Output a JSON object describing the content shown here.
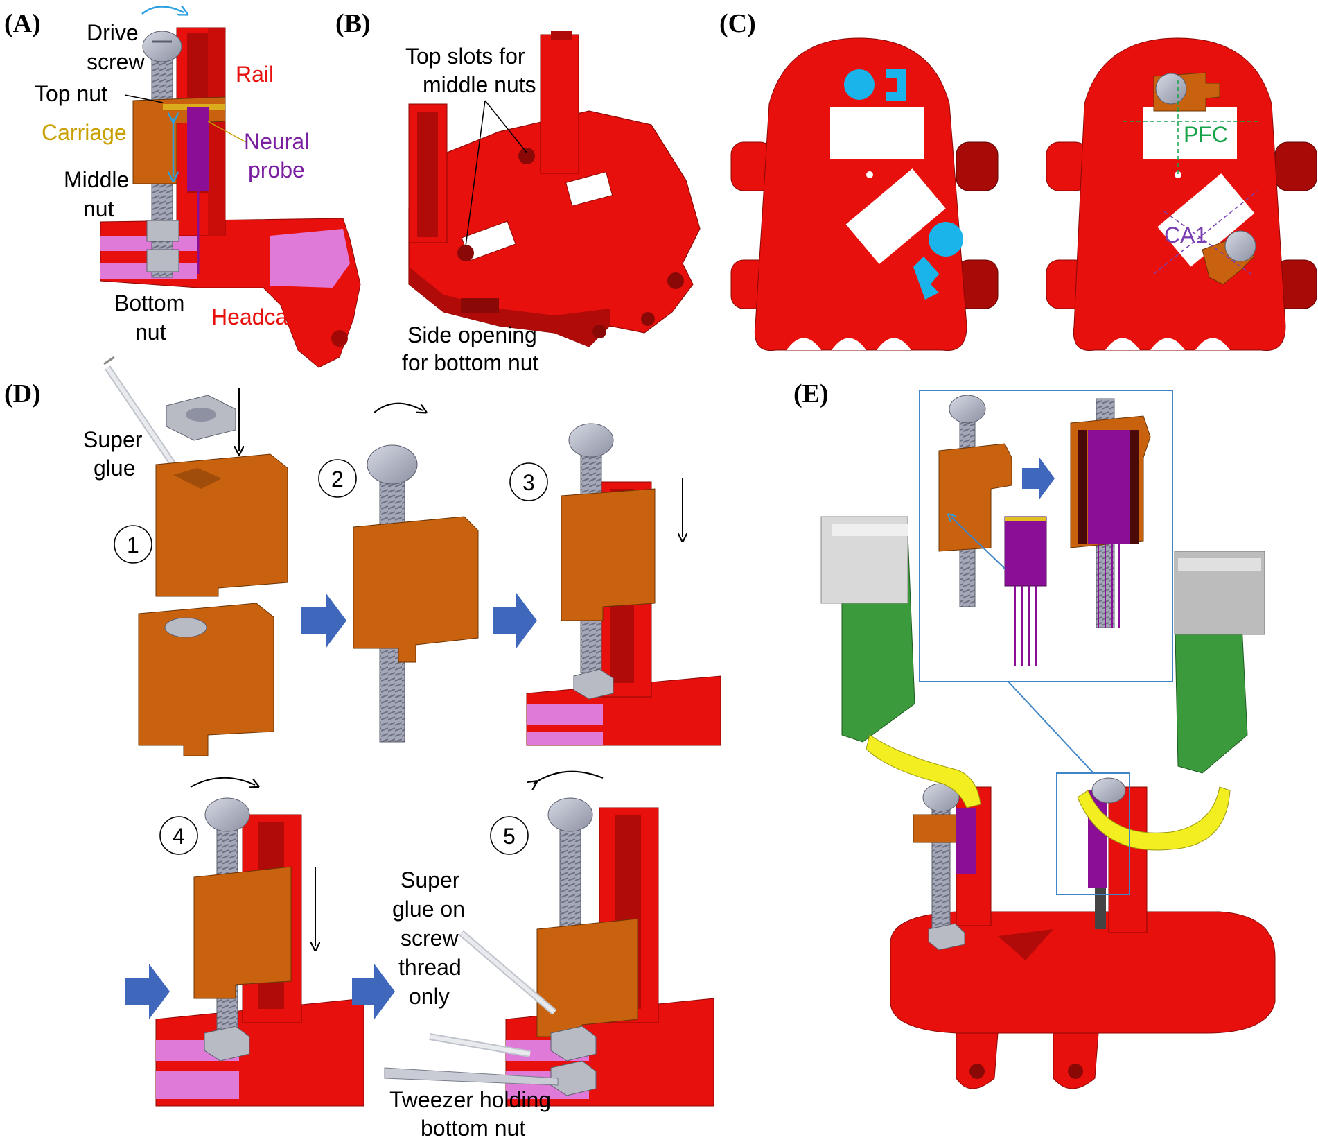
{
  "panels": {
    "A": {
      "label": "(A)",
      "labels": {
        "drive_screw_1": "Drive",
        "drive_screw_2": "screw",
        "rail": "Rail",
        "top_nut": "Top nut",
        "carriage": "Carriage",
        "neural_probe_1": "Neural",
        "neural_probe_2": "probe",
        "middle_nut_1": "Middle",
        "middle_nut_2": "nut",
        "bottom_nut_1": "Bottom",
        "bottom_nut_2": "nut",
        "headcap": "Headcap"
      }
    },
    "B": {
      "label": "(B)",
      "labels": {
        "top_slots_1": "Top slots for",
        "top_slots_2": "middle nuts",
        "side_opening_1": "Side opening",
        "side_opening_2": "for bottom nut"
      }
    },
    "C": {
      "label": "(C)",
      "labels": {
        "pfc": "PFC",
        "ca1": "CA1"
      }
    },
    "D": {
      "label": "(D)",
      "labels": {
        "super_glue_1": "Super",
        "super_glue_2": "glue",
        "glue_thread_1": "Super",
        "glue_thread_2": "glue on",
        "glue_thread_3": "screw",
        "glue_thread_4": "thread",
        "glue_thread_5": "only",
        "tweezer_1": "Tweezer holding",
        "tweezer_2": "bottom nut"
      },
      "steps": [
        "1",
        "2",
        "3",
        "4",
        "5"
      ]
    },
    "E": {
      "label": "(E)"
    }
  },
  "colors": {
    "headcap_red": "#e8100c",
    "rail_dark_red": "#b00b08",
    "carriage_orange": "#c9620f",
    "probe_purple": "#8a0e96",
    "headcap_pink": "#e07ad8",
    "screw_grey": "#a3a7b8",
    "target_cyan": "#1bb4ea",
    "pcb_green": "#3a9a3c",
    "cable_yellow": "#f2ee20",
    "arrow_blue": "#3f68bd",
    "inset_blue": "#3f86c9"
  }
}
